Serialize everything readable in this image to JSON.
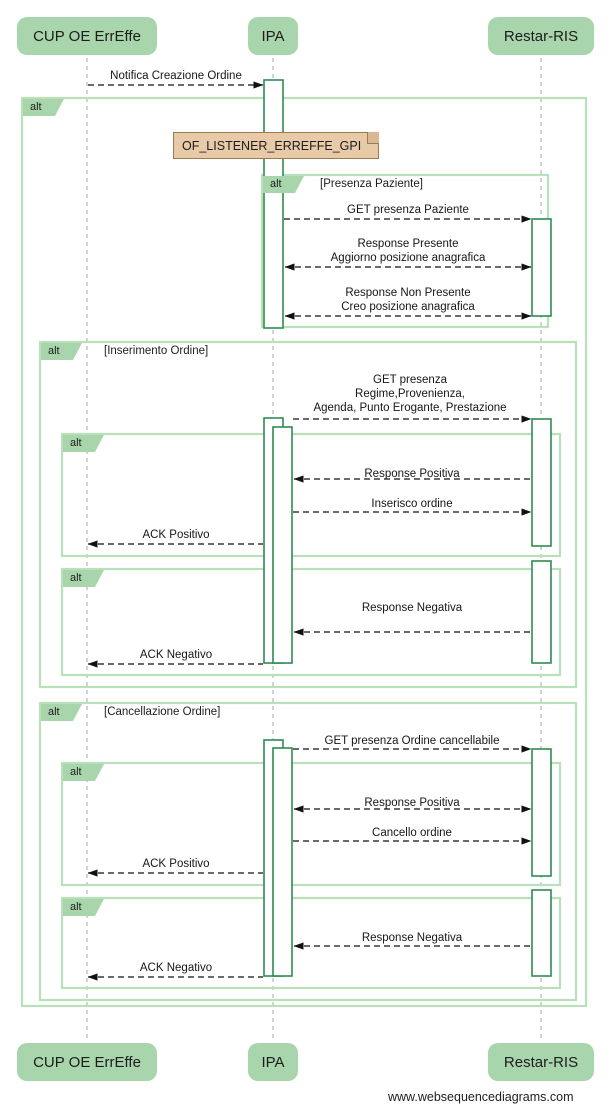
{
  "diagram": {
    "title": "CUP OE ErrEffe / IPA / Restar-RIS sequence diagram",
    "colors": {
      "actor_fill": "#a8d5ab",
      "frame_stroke": "#b9dfbb",
      "activation_stroke": "#2e8b50",
      "note_fill": "#e8c9a8",
      "note_stroke": "#9c7a52",
      "lifeline": "#b0b0b0",
      "arrow": "#111111"
    },
    "footer": "www.websequencediagrams.com"
  },
  "actors": [
    {
      "id": "cup",
      "label": "CUP OE ErrEffe"
    },
    {
      "id": "ipa",
      "label": "IPA"
    },
    {
      "id": "restar",
      "label": "Restar-RIS"
    }
  ],
  "actors_bottom": [
    {
      "id": "cup",
      "label": "CUP OE ErrEffe"
    },
    {
      "id": "ipa",
      "label": "IPA"
    },
    {
      "id": "restar",
      "label": "Restar-RIS"
    }
  ],
  "note": {
    "text": "OF_LISTENER_ERREFFE_GPI"
  },
  "frames": [
    {
      "id": "frame-outer",
      "label": "alt",
      "condition": ""
    },
    {
      "id": "frame-presenza",
      "label": "alt",
      "condition": "[Presenza Paziente]"
    },
    {
      "id": "frame-inserimento",
      "label": "alt",
      "condition": "[Inserimento Ordine]"
    },
    {
      "id": "frame-inserimento-1",
      "label": "alt",
      "condition": ""
    },
    {
      "id": "frame-inserimento-2",
      "label": "alt",
      "condition": ""
    },
    {
      "id": "frame-cancellazione",
      "label": "alt",
      "condition": "[Cancellazione Ordine]"
    },
    {
      "id": "frame-cancellazione-1",
      "label": "alt",
      "condition": ""
    },
    {
      "id": "frame-cancellazione-2",
      "label": "alt",
      "condition": ""
    }
  ],
  "messages": [
    {
      "id": "m1",
      "from": "cup",
      "to": "ipa",
      "text": "Notifica Creazione Ordine"
    },
    {
      "id": "m2",
      "from": "ipa",
      "to": "restar",
      "text": "GET presenza Paziente"
    },
    {
      "id": "m3",
      "from": "restar",
      "to": "ipa",
      "text_line1": "Response Presente",
      "text_line2": "Aggiorno posizione anagrafica"
    },
    {
      "id": "m4",
      "from": "restar",
      "to": "ipa",
      "text_line1": "Response Non Presente",
      "text_line2": "Creo posizione anagrafica"
    },
    {
      "id": "m5",
      "from": "ipa",
      "to": "restar",
      "text_line1": "GET presenza",
      "text_line2": "Regime,Provenienza,",
      "text_line3": "Agenda, Punto Erogante, Prestazione"
    },
    {
      "id": "m6",
      "from": "restar",
      "to": "ipa",
      "text": "Response Positiva"
    },
    {
      "id": "m7",
      "from": "ipa",
      "to": "restar",
      "text": "Inserisco ordine"
    },
    {
      "id": "m8",
      "from": "ipa",
      "to": "cup",
      "text": "ACK Positivo"
    },
    {
      "id": "m9",
      "from": "restar",
      "to": "ipa",
      "text": "Response Negativa"
    },
    {
      "id": "m10",
      "from": "ipa",
      "to": "cup",
      "text": "ACK Negativo"
    },
    {
      "id": "m11",
      "from": "ipa",
      "to": "restar",
      "text": "GET presenza Ordine cancellabile"
    },
    {
      "id": "m12",
      "from": "restar",
      "to": "ipa",
      "text": "Response Positiva"
    },
    {
      "id": "m13",
      "from": "ipa",
      "to": "restar",
      "text": "Cancello ordine"
    },
    {
      "id": "m14",
      "from": "ipa",
      "to": "cup",
      "text": "ACK Positivo"
    },
    {
      "id": "m15",
      "from": "restar",
      "to": "ipa",
      "text": "Response Negativa"
    },
    {
      "id": "m16",
      "from": "ipa",
      "to": "cup",
      "text": "ACK Negativo"
    }
  ]
}
